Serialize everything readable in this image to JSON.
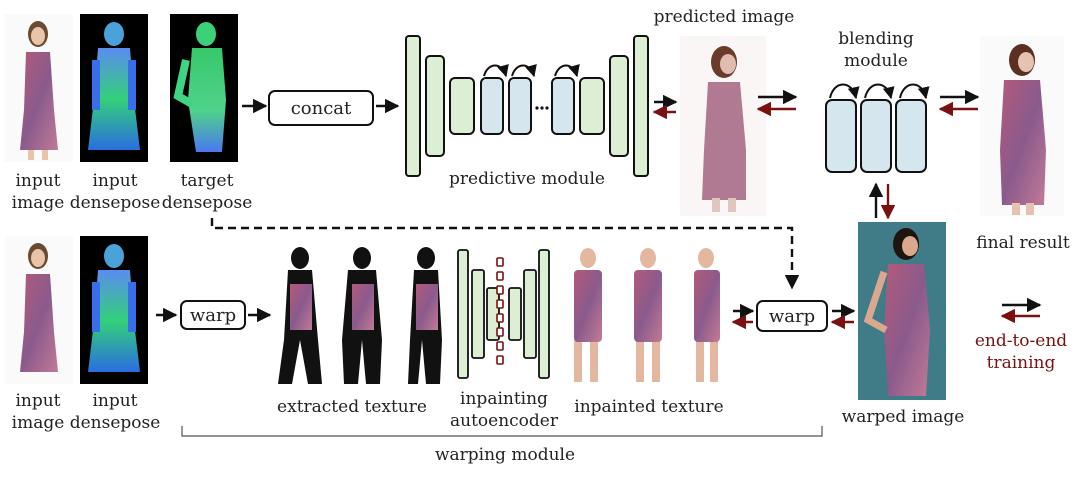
{
  "labels": {
    "input_image_top": [
      "input",
      "image"
    ],
    "input_densepose_top": [
      "input",
      "densepose"
    ],
    "target_densepose": [
      "target",
      "densepose"
    ],
    "concat": "concat",
    "predictive_module": "predictive module",
    "predicted_image": "predicted image",
    "blending_module": [
      "blending",
      "module"
    ],
    "final_result": "final result",
    "warp_left": "warp",
    "warp_right": "warp",
    "extracted_texture": "extracted texture",
    "inpainting_autoencoder": [
      "inpainting",
      "autoencoder"
    ],
    "inpainted_texture": "inpainted texture",
    "warped_image": "warped image",
    "input_image_bottom": [
      "input",
      "image"
    ],
    "input_densepose_bottom": [
      "input",
      "densepose"
    ],
    "warping_module": "warping module",
    "legend": [
      "end-to-end",
      "training"
    ]
  },
  "colors": {
    "module_green": "#dcefd4",
    "module_blue": "#d6e6ef",
    "arrow_black": "#111111",
    "arrow_red": "#7a1010",
    "warped_bg": "#3f7c88"
  }
}
